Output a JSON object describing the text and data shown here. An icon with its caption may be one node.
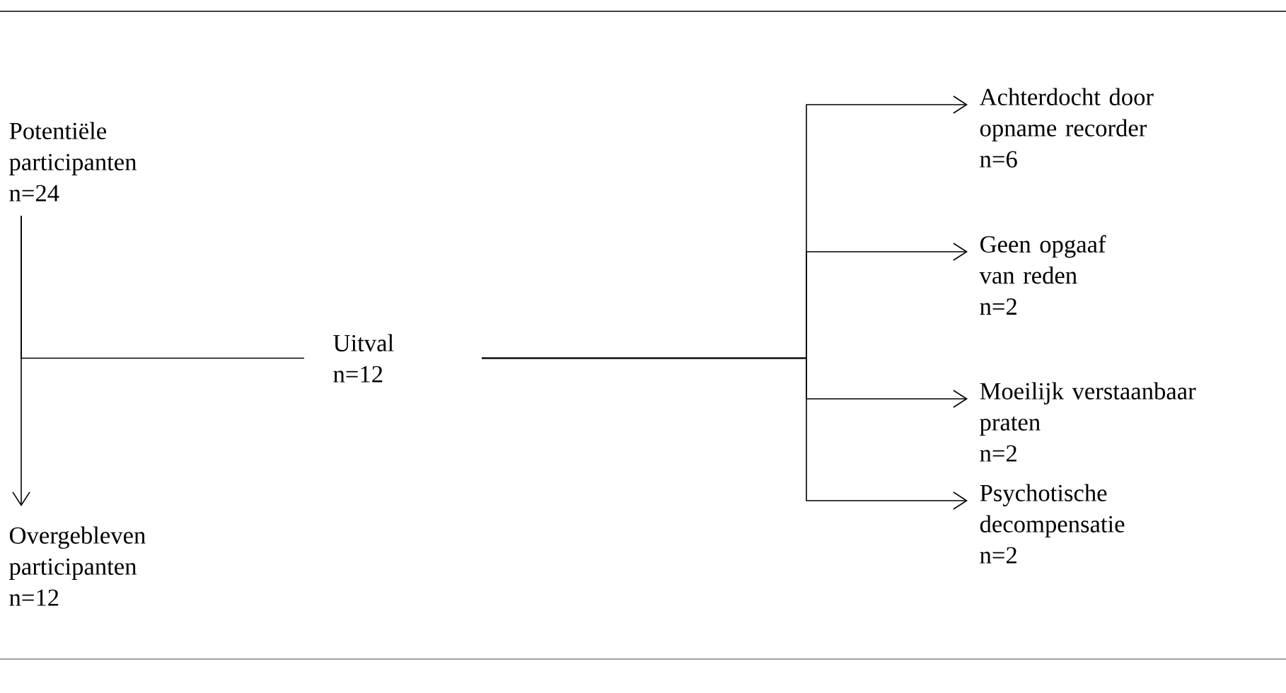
{
  "diagram": {
    "nodes": [
      {
        "text": [
          "Potentiële participanten",
          "n=24"
        ]
      },
      {
        "text": [
          "Overgebleven participanten",
          "n=12"
        ]
      },
      {
        "text": [
          "Uitval",
          "n=12"
        ]
      },
      {
        "text": [
          "Achterdocht door opname recorder",
          "n=6"
        ]
      },
      {
        "text": [
          "Geen opgaaf van reden",
          "n=2"
        ]
      },
      {
        "text": [
          "Moeilijk verstaanbaar praten",
          "n=2"
        ]
      },
      {
        "text": [
          "Psychotische decompensatie",
          "n=2"
        ]
      }
    ],
    "edges": [
      {
        "from": 0,
        "to": 1,
        "arrow": "to"
      },
      {
        "from": 0,
        "to": 2,
        "arrow": "none"
      },
      {
        "from": 2,
        "to": 3,
        "arrow": "to"
      },
      {
        "from": 2,
        "to": 4,
        "arrow": "to"
      },
      {
        "from": 2,
        "to": 5,
        "arrow": "to"
      },
      {
        "from": 2,
        "to": 6,
        "arrow": "to"
      }
    ]
  }
}
